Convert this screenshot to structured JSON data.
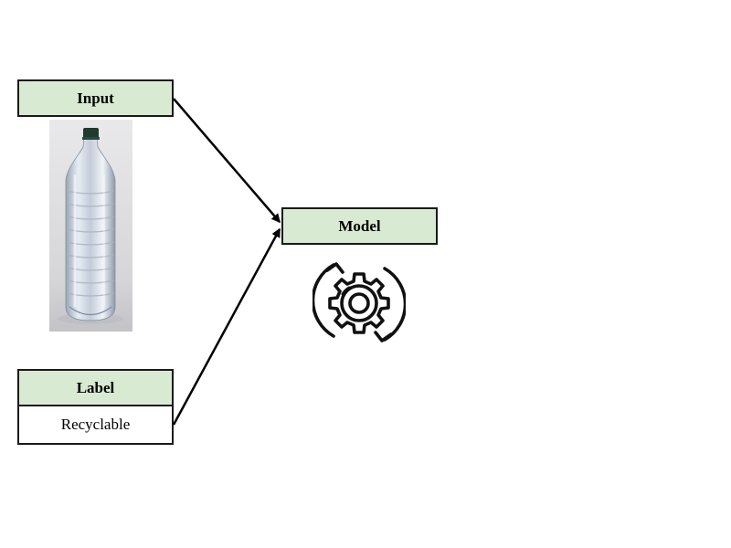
{
  "input": {
    "title": "Input"
  },
  "model": {
    "title": "Model"
  },
  "label": {
    "title": "Label",
    "value": "Recyclable"
  },
  "icons": {
    "bottle": "water-bottle-image",
    "model": "gear-refresh-icon"
  },
  "colors": {
    "header_fill": "#d9ead3",
    "border": "#1a1a1a",
    "arrow": "#000000",
    "background": "#ffffff"
  }
}
